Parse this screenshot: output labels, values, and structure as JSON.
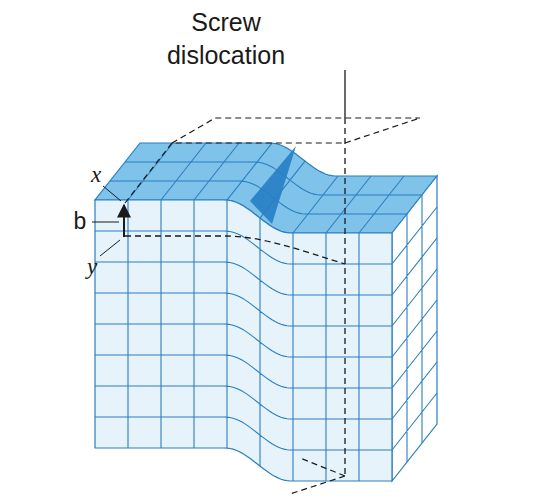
{
  "diagram": {
    "labels": [
      "Screw dislocation",
      "x",
      "b",
      "y"
    ]
  }
}
